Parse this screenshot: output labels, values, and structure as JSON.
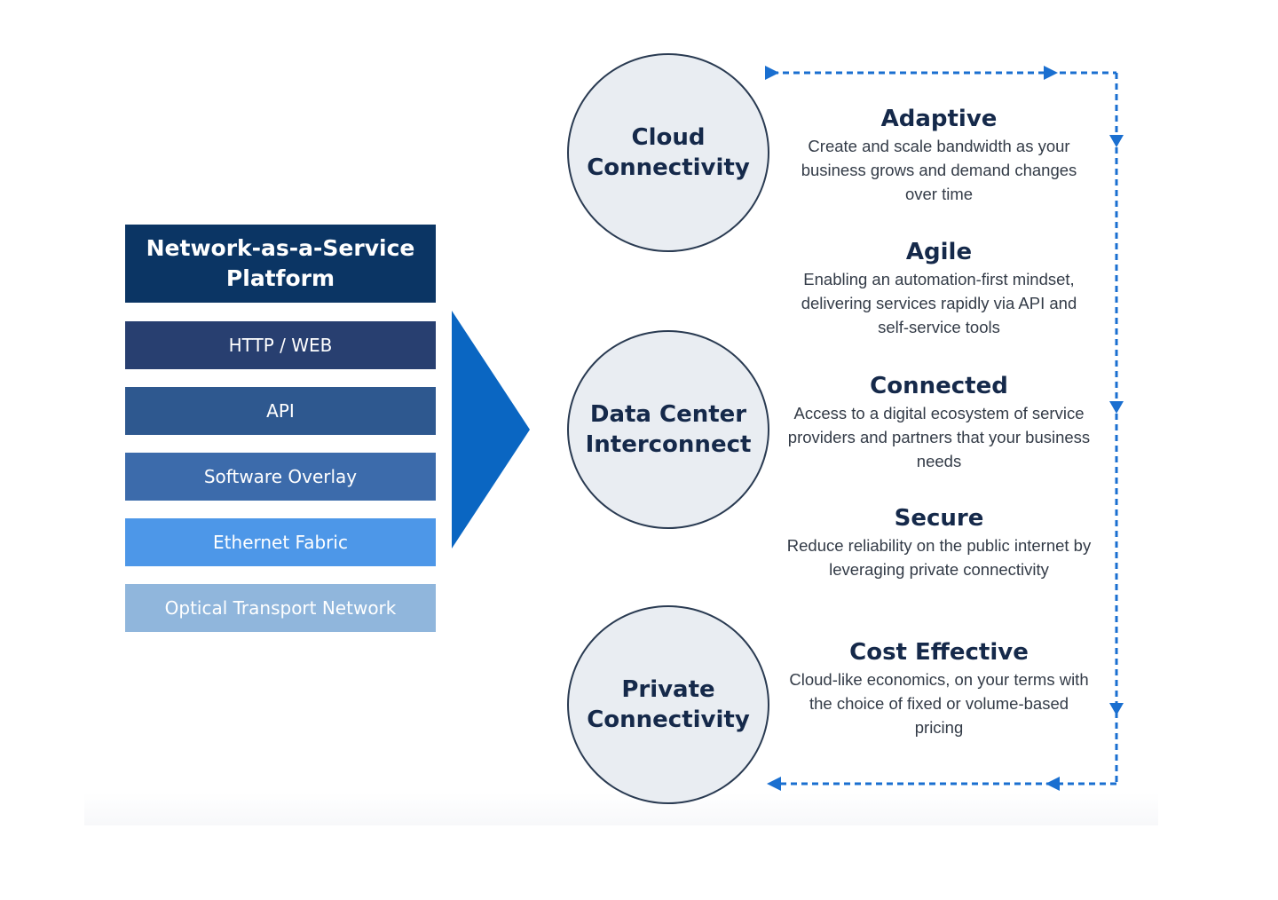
{
  "platform": {
    "title": "Network-as-a-Service Platform",
    "layers": [
      "HTTP / WEB",
      "API",
      "Software Overlay",
      "Ethernet Fabric",
      "Optical Transport Network"
    ]
  },
  "services": [
    "Cloud Connectivity",
    "Data Center Interconnect",
    "Private Connectivity"
  ],
  "benefits": [
    {
      "title": "Adaptive",
      "description": "Create and scale bandwidth as your business grows and demand changes over time"
    },
    {
      "title": "Agile",
      "description": "Enabling an automation-first mindset, delivering services rapidly via API and self-service tools"
    },
    {
      "title": "Connected",
      "description": "Access to a digital ecosystem of service providers and partners that your business needs"
    },
    {
      "title": "Secure",
      "description": "Reduce reliability on the public internet by leveraging private connectivity"
    },
    {
      "title": "Cost Effective",
      "description": "Cloud-like economics, on your terms with the choice of fixed or volume-based pricing"
    }
  ],
  "colors": {
    "title_box": "#0b3564",
    "layer_http": "#283f70",
    "layer_api": "#2e588f",
    "layer_software": "#3c6bab",
    "layer_ethernet": "#4d97e8",
    "layer_optical": "#90b6dc",
    "chevron": "#0a66c2",
    "circle_fill": "#e9edf2",
    "circle_stroke": "#2a3b52",
    "heading_text": "#15294a",
    "flow_line": "#1a6fd0"
  }
}
